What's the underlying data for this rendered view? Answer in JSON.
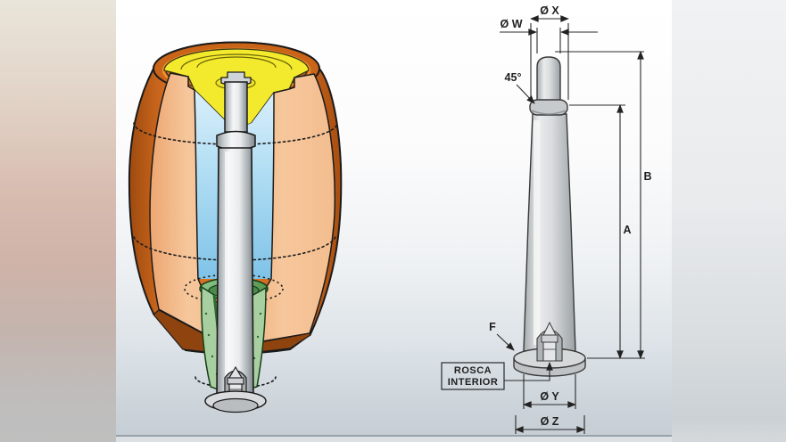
{
  "figure": {
    "panels": {
      "illustration": {
        "colors": {
          "copper": "#d4701f",
          "copper_dark": "#8f4410",
          "cut_face": "#f5c69b",
          "dome_yellow": "#f4ea2d",
          "cavity_blue": "#9dd3ee",
          "funnel_green": "#6fae66",
          "metal_light": "#f2f3f4",
          "metal_dark": "#8e969b",
          "outline": "#1b1b1b"
        }
      },
      "drawing": {
        "labels": {
          "dia_x": "Ø X",
          "dia_w": "Ø W",
          "angle_45": "45°",
          "dim_b": "B",
          "dim_a": "A",
          "dim_f": "F",
          "thread_note_line1": "ROSCA",
          "thread_note_line2": "INTERIOR",
          "dia_y": "Ø Y",
          "dia_z": "Ø Z"
        },
        "line_color": "#2a2a2a",
        "metal_fill": "#d7dadb"
      }
    }
  }
}
